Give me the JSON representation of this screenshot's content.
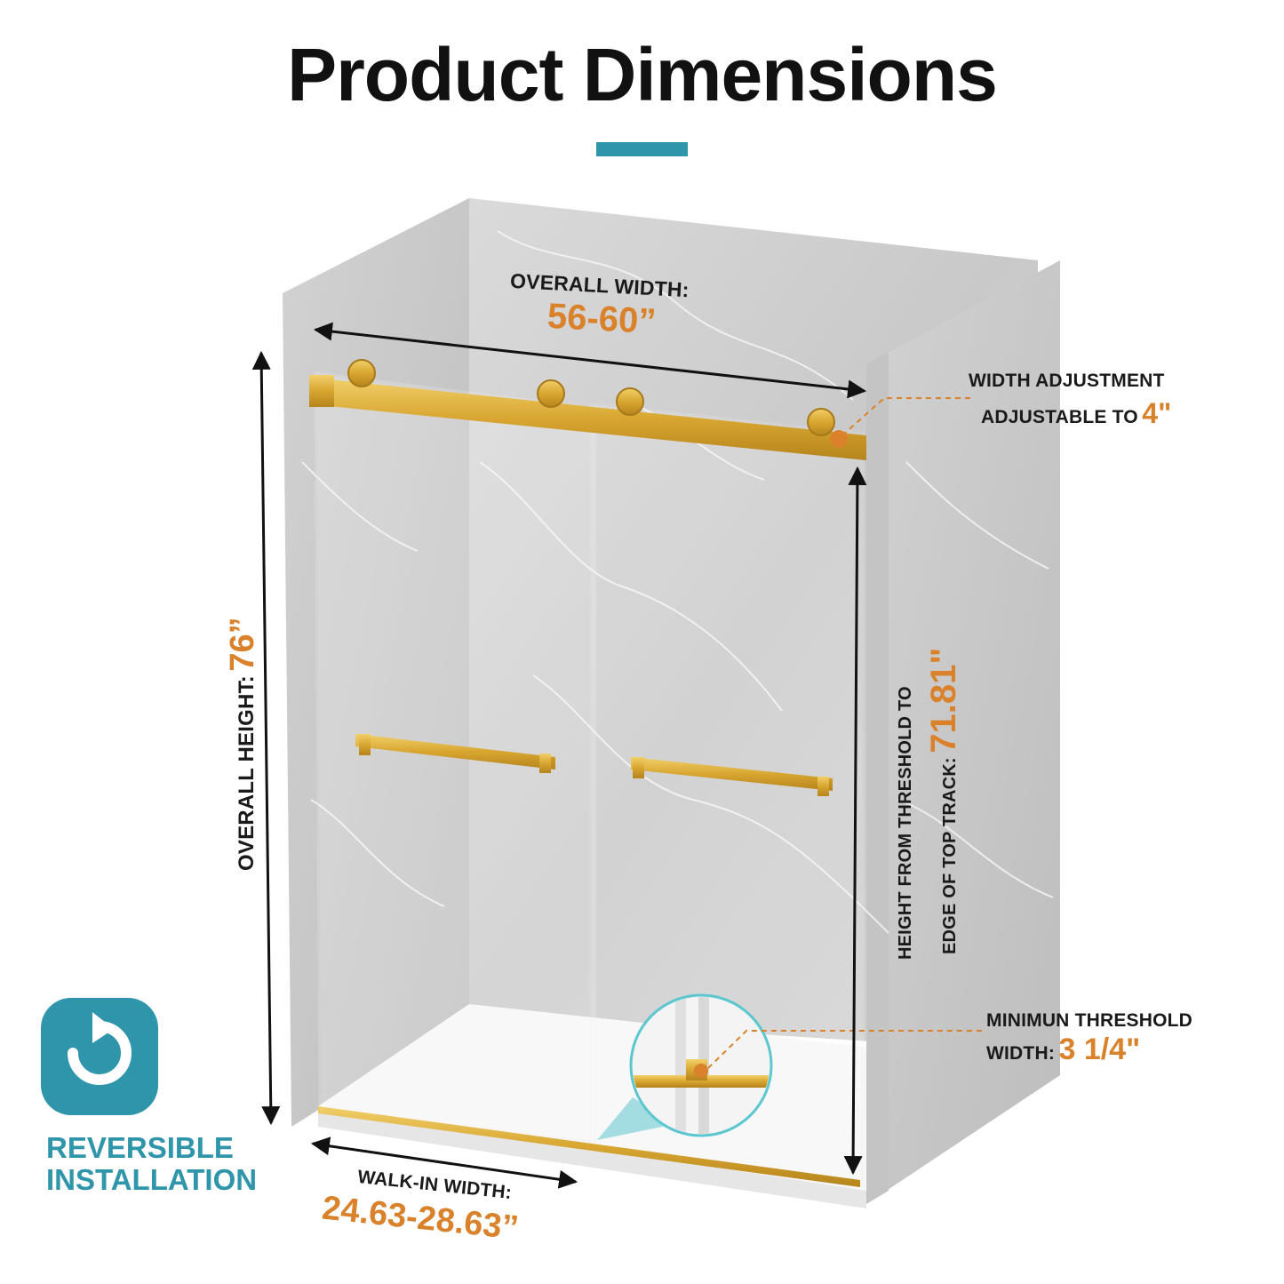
{
  "title": "Product Dimensions",
  "colors": {
    "accent_teal": "#2f95aa",
    "accent_orange": "#d9822b",
    "gold_hardware": "#d8a630",
    "marble": "#cfcfcf",
    "text_dark": "#111111"
  },
  "labels": {
    "overall_width": {
      "caption": "OVERALL WIDTH:",
      "value": "56-60”"
    },
    "width_adjustment": {
      "line1": "WIDTH ADJUSTMENT",
      "line2": "ADJUSTABLE TO",
      "value": "4\""
    },
    "overall_height": {
      "caption": "OVERALL HEIGHT:",
      "value": "76”"
    },
    "threshold_height": {
      "line1": "HEIGHT FROM THRESHOLD TO",
      "line2": "EDGE OF TOP TRACK:",
      "value": "71.81\""
    },
    "min_threshold": {
      "line1": "MINIMUN THRESHOLD",
      "line2": "WIDTH:",
      "value": "3 1/4\""
    },
    "walk_in_width": {
      "caption": "WALK-IN WIDTH:",
      "value": "24.63-28.63”"
    }
  },
  "badge": {
    "icon": "rotate-icon",
    "text": "REVERSIBLE INSTALLATION"
  }
}
